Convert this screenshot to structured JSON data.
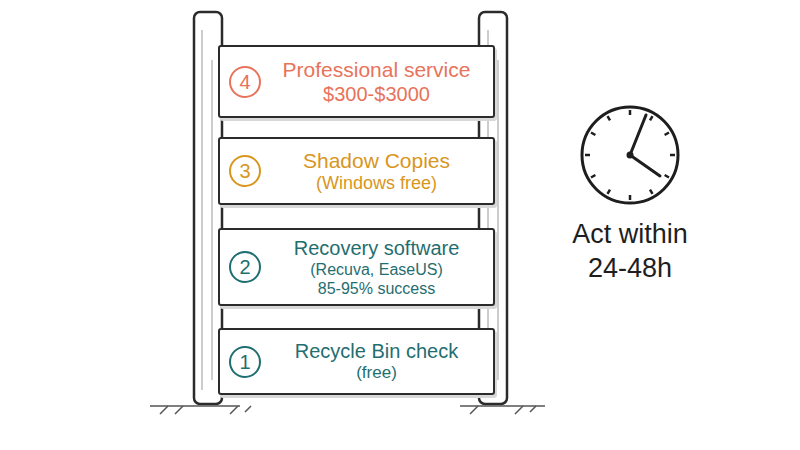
{
  "diagram": {
    "nodes": [
      {
        "text": [
          "Professional service",
          "$300-$3000"
        ]
      },
      {
        "text": [
          "4"
        ],
        "in": 0
      },
      {
        "text": [
          "Shadow Copies",
          "(Windows free)"
        ]
      },
      {
        "text": [
          "3"
        ],
        "in": 2
      },
      {
        "text": [
          "Recovery software",
          "(Recuva, EaseUS)",
          "85-95% success"
        ]
      },
      {
        "text": [
          "2"
        ],
        "in": 4
      },
      {
        "text": [
          "Recycle Bin check",
          "(free)"
        ]
      },
      {
        "text": [
          "1"
        ],
        "in": 6
      }
    ],
    "labels": [
      "Act within 24-48h"
    ]
  }
}
